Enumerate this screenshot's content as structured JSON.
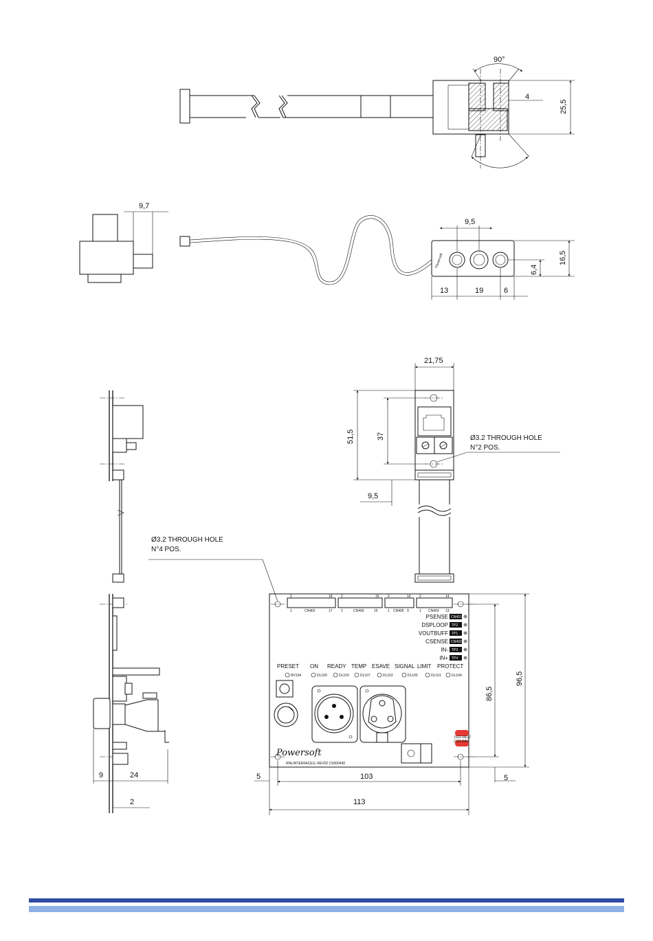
{
  "dimensions": {
    "top_angle": "90°",
    "top_slot": "4",
    "top_height": "25,5",
    "side_width": "9,7",
    "hole_pitch": "9,5",
    "plate_height": "16,5",
    "hole_offset": "6,4",
    "plate_left": "13",
    "plate_mid": "19",
    "plate_right": "6",
    "panel_width": "21,75",
    "panel_total": "51,5",
    "panel_holes": "37",
    "panel_bottom": "9,5",
    "side_left": "9",
    "side_depth": "24",
    "side_thick": "2",
    "board_inner": "103",
    "board_total": "113",
    "board_left": "5",
    "board_right": "5",
    "board_hole_span": "86,5",
    "board_height": "96,5"
  },
  "notes": {
    "panel_hole_line1": "Ø3.2 THROUGH HOLE",
    "panel_hole_line2": "N°2 POS.",
    "board_hole_line1": "Ø3.2 THROUGH HOLE",
    "board_hole_line2": "N°4  POS."
  },
  "board": {
    "headers": [
      {
        "ref": "CN402",
        "pin_tl": "2",
        "pin_tr": "18",
        "pin_bl": "1",
        "pin_br": "17"
      },
      {
        "ref": "CN400",
        "pin_tl": "2",
        "pin_tr": "16",
        "pin_bl": "1",
        "pin_br": "15"
      },
      {
        "ref": "CN405",
        "pin_tl": "2",
        "pin_tr": "10",
        "pin_bl": "1",
        "pin_br": "9"
      },
      {
        "ref": "CN403",
        "pin_tl": "2",
        "pin_tr": "14",
        "pin_bl": "1",
        "pin_br": "13"
      }
    ],
    "test_points": [
      "PSENSE",
      "DSPLOOP",
      "VOUTBUFF",
      "CSENSE",
      "IN-",
      "IN+"
    ],
    "test_tags": [
      "CN401",
      "TP2",
      "TP1",
      "CN403",
      "TP3",
      "TP4"
    ],
    "leds": [
      {
        "label": "PRESET",
        "ref": "RV104"
      },
      {
        "label": "ON",
        "ref": "DL100"
      },
      {
        "label": "READY",
        "ref": "DL103"
      },
      {
        "label": "TEMP",
        "ref": "DL107"
      },
      {
        "label": "ESAVE",
        "ref": "DL102"
      },
      {
        "label": "SIGNAL",
        "ref": "DL105"
      },
      {
        "label": "LIMIT",
        "ref": "DL101"
      },
      {
        "label": "PROTECT",
        "ref": "DL104"
      }
    ],
    "brand": "Powersoft",
    "part": "IPALINTERFACE1L REV02   CS000430",
    "jumper_top": "J102 REV7",
    "jumper_bot": "J103 R40"
  },
  "colors": {
    "line": "#111111",
    "band_dark": "#2f4aa3",
    "band_light": "#8fb0e3",
    "jumper": "#e53935"
  }
}
